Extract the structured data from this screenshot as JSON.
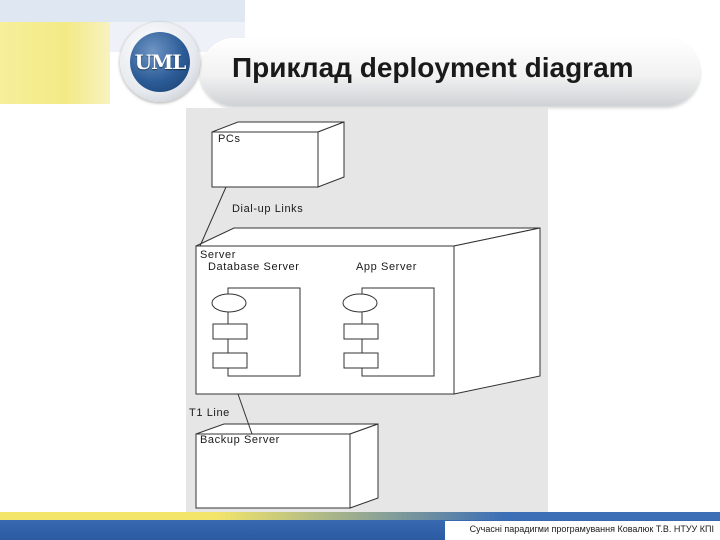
{
  "slide": {
    "title": "Приклад deployment diagram",
    "logo_text": "UML",
    "footer": "Сучасні парадигми програмування Ковалюк Т.В. НТУУ КПІ"
  },
  "diagram": {
    "nodes": {
      "pcs": "PCs",
      "server": "Server",
      "backup_server": "Backup Server"
    },
    "components": {
      "database_server": "Database Server",
      "app_server": "App Server"
    },
    "links": {
      "dialup": "Dial-up Links",
      "t1": "T1 Line"
    }
  },
  "colors": {
    "diagram_bg": "#e6e6e6",
    "logo_blue": "#2c5c97",
    "footer_blue": "#2b5aa3",
    "accent_yellow": "#f2e56a"
  }
}
